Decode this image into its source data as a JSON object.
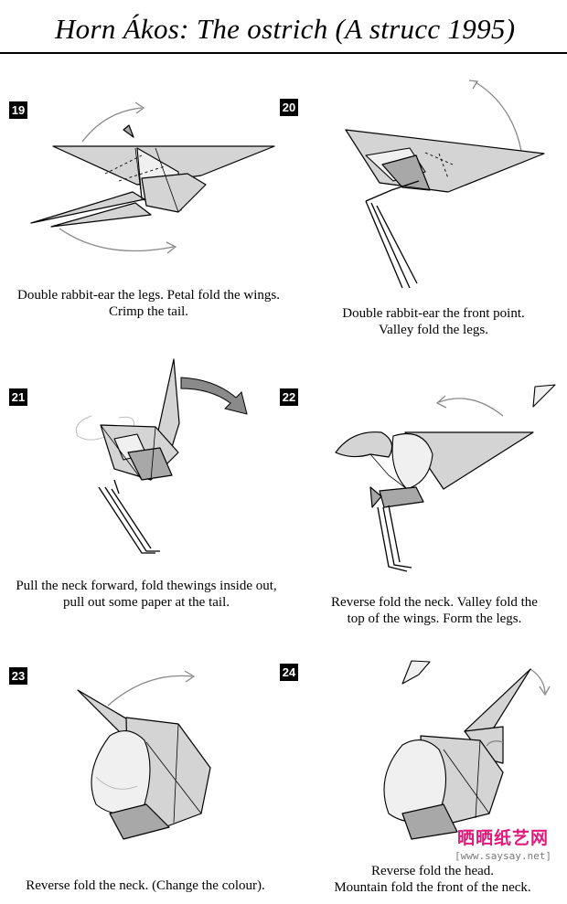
{
  "header": {
    "title": "Horn Ákos:  The ostrich (A strucc 1995)"
  },
  "steps": [
    {
      "number": "19",
      "lines": [
        "Double rabbit-ear the legs. Petal fold the wings.",
        "Crimp the tail."
      ]
    },
    {
      "number": "20",
      "lines": [
        "Double rabbit-ear the front point.",
        "Valley fold the legs."
      ]
    },
    {
      "number": "21",
      "lines": [
        "Pull the neck forward, fold thewings inside out,",
        "pull out some paper at the tail."
      ]
    },
    {
      "number": "22",
      "lines": [
        "Reverse fold the neck. Valley fold the",
        "top of the wings. Form the legs."
      ]
    },
    {
      "number": "23",
      "lines": [
        "Reverse fold the neck. (Change the colour)."
      ]
    },
    {
      "number": "24",
      "lines": [
        "Reverse fold the head.",
        "Mountain fold the front of the neck."
      ]
    }
  ],
  "watermark": {
    "logo_text": "晒晒纸艺网",
    "url": "[www.saysay.net]"
  },
  "colors": {
    "paper_fill": "#d4d4d4",
    "arrow": "#888888",
    "watermark_logo": "#e2197a"
  }
}
